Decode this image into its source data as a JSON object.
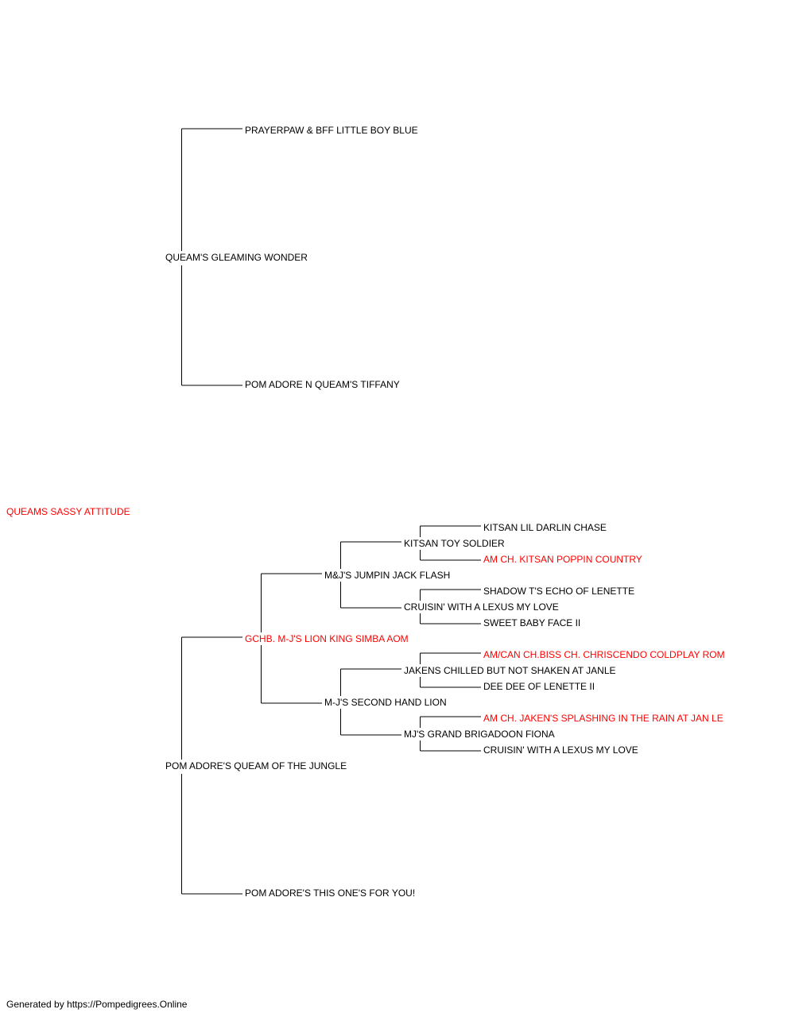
{
  "pedigree": {
    "subject": "QUEAMS SASSY ATTITUDE",
    "sire": {
      "name": "QUEAM'S GLEAMING WONDER",
      "sire": {
        "name": "PRAYERPAW & BFF LITTLE BOY BLUE"
      },
      "dam": {
        "name": "POM ADORE N QUEAM'S TIFFANY"
      }
    },
    "dam": {
      "name": "POM ADORE'S QUEAM OF THE JUNGLE",
      "sire": {
        "name": "GCHB. M-J'S LION KING SIMBA AOM",
        "champion": true,
        "sire": {
          "name": "M&J'S JUMPIN JACK FLASH",
          "sire": {
            "name": "KITSAN TOY SOLDIER",
            "sire": {
              "name": "KITSAN LIL DARLIN CHASE"
            },
            "dam": {
              "name": "AM CH. KITSAN POPPIN COUNTRY",
              "champion": true
            }
          },
          "dam": {
            "name": "CRUISIN' WITH A LEXUS MY LOVE",
            "sire": {
              "name": "SHADOW T'S ECHO OF LENETTE"
            },
            "dam": {
              "name": "SWEET BABY FACE II"
            }
          }
        },
        "dam": {
          "name": "M-J'S SECOND HAND LION",
          "sire": {
            "name": "JAKENS CHILLED BUT NOT SHAKEN AT JANLE",
            "sire": {
              "name": "AM/CAN CH.BISS CH. CHRISCENDO COLDPLAY ROM",
              "champion": true
            },
            "dam": {
              "name": "DEE DEE OF LENETTE II"
            }
          },
          "dam": {
            "name": "MJ'S GRAND BRIGADOON FIONA",
            "sire": {
              "name": "AM CH. JAKEN'S SPLASHING IN THE RAIN AT JAN LE",
              "champion": true
            },
            "dam": {
              "name": "CRUISIN' WITH A LEXUS MY LOVE"
            }
          }
        }
      },
      "dam": {
        "name": "POM ADORE'S THIS ONE'S FOR YOU!"
      }
    }
  },
  "colors": {
    "champion": "#ff0000",
    "regular": "#000000",
    "lines": "#000000"
  },
  "footer": {
    "credit": "Generated by https://Pompedigrees.Online"
  }
}
